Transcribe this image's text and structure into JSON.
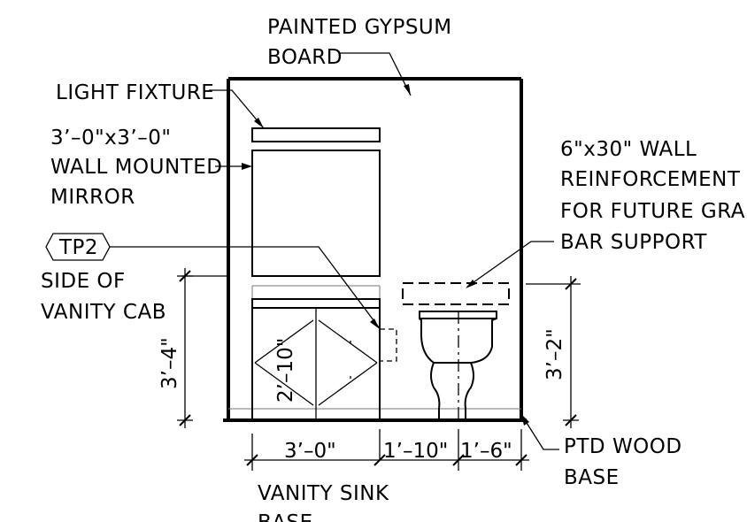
{
  "labels": {
    "painted_gypsum_1": "PAINTED  GYPSUM",
    "painted_gypsum_2": "BOARD",
    "light_fixture": "LIGHT  FIXTURE",
    "mirror_1": "3’–0\"x3’–0\"",
    "mirror_2": "WALL  MOUNTED",
    "mirror_3": "MIRROR",
    "tag": "TP2",
    "side_1": "SIDE  OF",
    "side_2": "VANITY  CAB",
    "reinf_1": "6\"x30\"  WALL",
    "reinf_2": "REINFORCEMENT",
    "reinf_3": "FOR  FUTURE  GRAB",
    "reinf_4": "BAR  SUPPORT",
    "base_1": "PTD  WOOD",
    "base_2": "BASE",
    "vanity_1": "VANITY  SINK",
    "vanity_2": "BASE"
  },
  "dimensions": {
    "overall_height": "3’–4\"",
    "door_height": "2’–10\"",
    "grab_bar_height": "3’–2\"",
    "vanity_width": "3’–0\"",
    "gap_width": "1’–10\"",
    "toilet_cl": "1’–6\""
  }
}
